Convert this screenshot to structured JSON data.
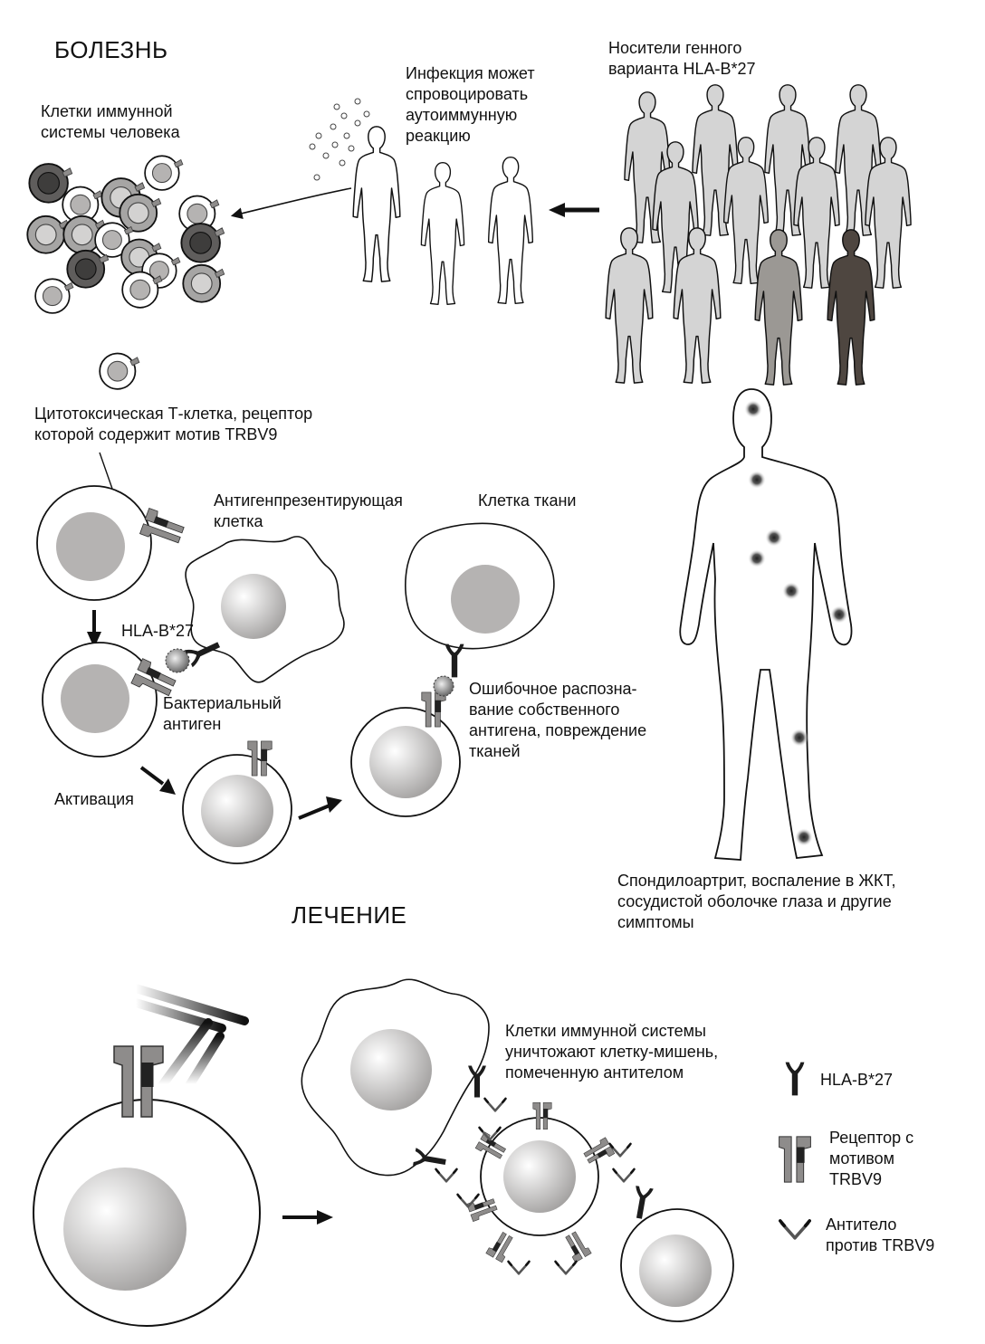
{
  "disease": {
    "heading": "БОЛЕЗНЬ",
    "immune_cells_label": "Клетки иммунной\nсистемы человека",
    "infection_label": "Инфекция может\nспровоцировать\nаутоиммунную\nреакцию",
    "carriers_label": "Носители генного\nварианта HLA-B*27",
    "tcell_label": "Цитотоксическая Т-клетка, рецептор\nкоторой содержит  мотив TRBV9",
    "apc_label": "Антигенпрезентирующая\nклетка",
    "tissue_cell_label": "Клетка ткани",
    "hla_label": "HLA-B*27",
    "bacterial_antigen_label": "Бактериальный\nантиген",
    "activation_label": "Активация",
    "misrecognition_label": "Ошибочное распозна-\nвание собственного\nантигена, повреждение\nтканей",
    "symptoms_label": "Спондилоартрит, воспаление в ЖКТ,\nсосудистой оболочке глаза и другие\nсимптомы"
  },
  "treatment": {
    "heading": "ЛЕЧЕНИЕ",
    "destroy_label": "Клетки иммунной системы\nуничтожают клетку-мишень,\nпомеченную антителом"
  },
  "legend": {
    "hla": "HLA-B*27",
    "receptor": "Рецептор с\nмотивом\nTRBV9",
    "antibody": "Антитело\nпротив TRBV9"
  },
  "colors": {
    "outline": "#111111",
    "nucleus": "#a8a6a5",
    "receptor": "#8e8c8b",
    "hla": "#1c1c1c",
    "person_light": "#d4d4d4",
    "person_mid": "#9b9894",
    "person_dark": "#4e4640"
  }
}
